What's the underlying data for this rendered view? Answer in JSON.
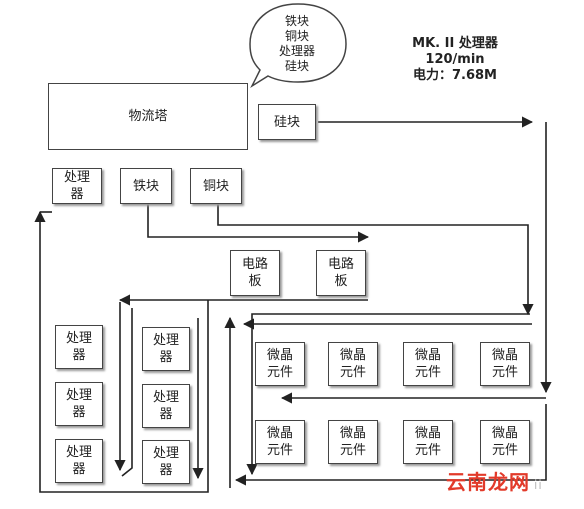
{
  "info": {
    "title": "MK. II 处理器",
    "rate": "120/min",
    "power": "电力：7.68M"
  },
  "bubble": {
    "lines": [
      "铁块",
      "铜块",
      "处理器",
      "硅块"
    ]
  },
  "nodes": {
    "logistics_tower": "物流塔",
    "silicon": "硅块",
    "processor_top": [
      "处理",
      "器"
    ],
    "iron": "铁块",
    "copper": "铜块",
    "circuit_1": [
      "电路",
      "板"
    ],
    "circuit_2": [
      "电路",
      "板"
    ],
    "processor_col1": [
      [
        "处理",
        "器"
      ],
      [
        "处理",
        "器"
      ],
      [
        "处理",
        "器"
      ]
    ],
    "processor_col2": [
      [
        "处理",
        "器"
      ],
      [
        "处理",
        "器"
      ],
      [
        "处理",
        "器"
      ]
    ],
    "micro_row1": [
      [
        "微晶",
        "元件"
      ],
      [
        "微晶",
        "元件"
      ],
      [
        "微晶",
        "元件"
      ],
      [
        "微晶",
        "元件"
      ]
    ],
    "micro_row2": [
      [
        "微晶",
        "元件"
      ],
      [
        "微晶",
        "元件"
      ],
      [
        "微晶",
        "元件"
      ],
      [
        "微晶",
        "元件"
      ]
    ]
  },
  "watermark": {
    "brand": "云南龙网",
    "extra": "ii"
  },
  "colors": {
    "line": "#222222",
    "box_border": "#444444",
    "watermark": "#e23a2a"
  }
}
